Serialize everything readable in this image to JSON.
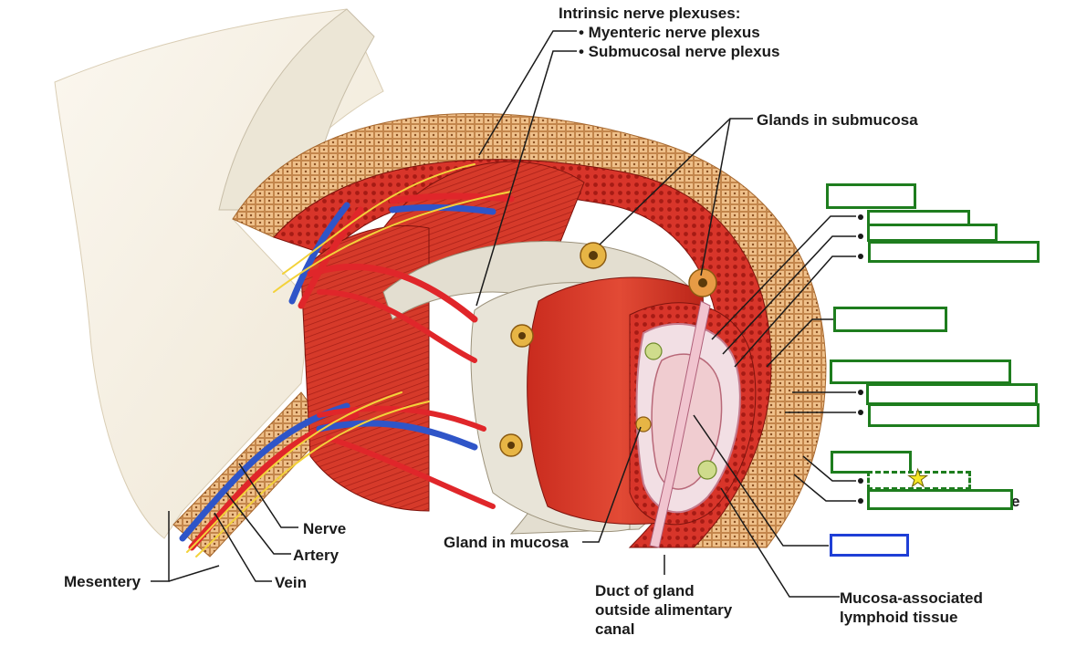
{
  "labels": {
    "intrinsic_title": "Intrinsic nerve plexuses:",
    "myenteric": "• Myenteric nerve plexus",
    "submucosal": "• Submucosal nerve plexus",
    "glands_submucosa": "Glands in submucosa",
    "nerve": "Nerve",
    "artery": "Artery",
    "vein": "Vein",
    "mesentery": "Mesentery",
    "gland_mucosa": "Gland in mucosa",
    "duct_line1": "Duct of gland",
    "duct_line2": "outside alimentary",
    "duct_line3": "canal",
    "malt_line1": "Mucosa-associated",
    "malt_line2": "lymphoid tissue",
    "partial_letter": "e"
  },
  "colors": {
    "muscle": "#d63a2a",
    "muscle_dark": "#a81f17",
    "submucosa": "#e6e2d6",
    "serosa": "#e7b27a",
    "artery": "#e0262a",
    "vein": "#2f55c8",
    "nerve": "#f3d23a",
    "box_green": "#1e7d1e",
    "box_blue": "#1f3fd6",
    "star": "#f6e627"
  },
  "icons": {
    "star": "star-icon"
  },
  "star_glyph": "★"
}
